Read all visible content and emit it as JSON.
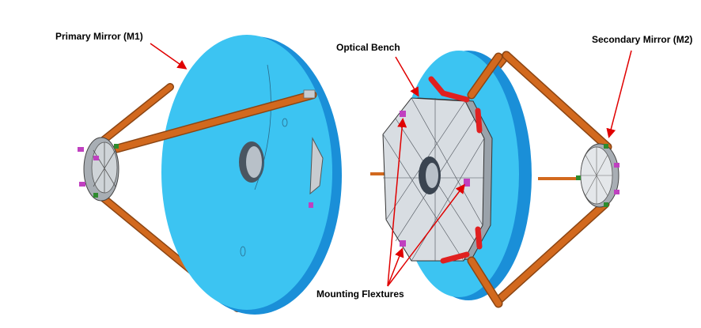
{
  "labels": {
    "primary_mirror": "Primary Mirror (M1)",
    "optical_bench": "Optical Bench",
    "secondary_mirror": "Secondary Mirror (M2)",
    "mounting_flextures": "Mounting Flextures"
  },
  "colors": {
    "mirror_face": "#3cc4f2",
    "mirror_edge": "#1a8fd8",
    "strut": "#d2691e",
    "strut_dark": "#8b4513",
    "flexture_red": "#e02020",
    "flexture_magenta": "#c040c0",
    "bench": "#d8dde2",
    "annotation_arrow": "#e00000"
  }
}
